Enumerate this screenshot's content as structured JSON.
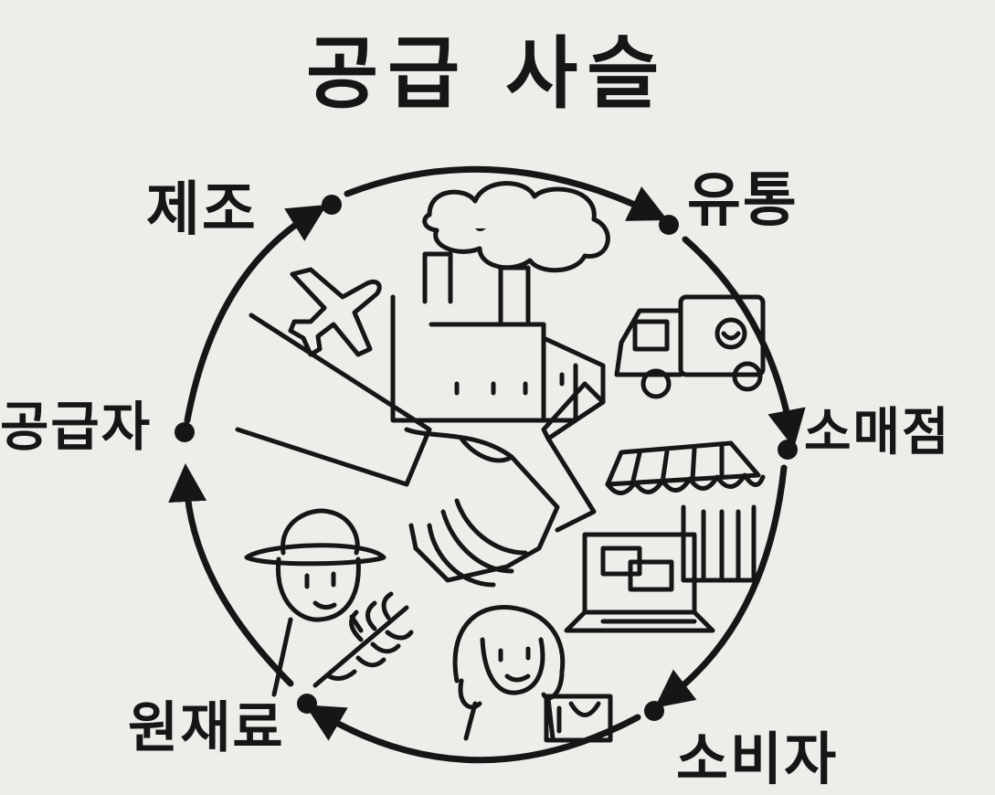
{
  "title": "공급 사슬",
  "nodes": {
    "manufacturing": "제조",
    "distribution": "유통",
    "retailer": "소매점",
    "consumer": "소비자",
    "raw_materials": "원재료",
    "supplier": "공급자"
  },
  "colors": {
    "ink": "#161616",
    "paper": "#efedea"
  },
  "illustrations": [
    "cloud",
    "factory",
    "airplane",
    "delivery-truck",
    "storefront-awning",
    "handshake",
    "farmer",
    "wheat",
    "laptop",
    "woman",
    "shopping-bag"
  ]
}
